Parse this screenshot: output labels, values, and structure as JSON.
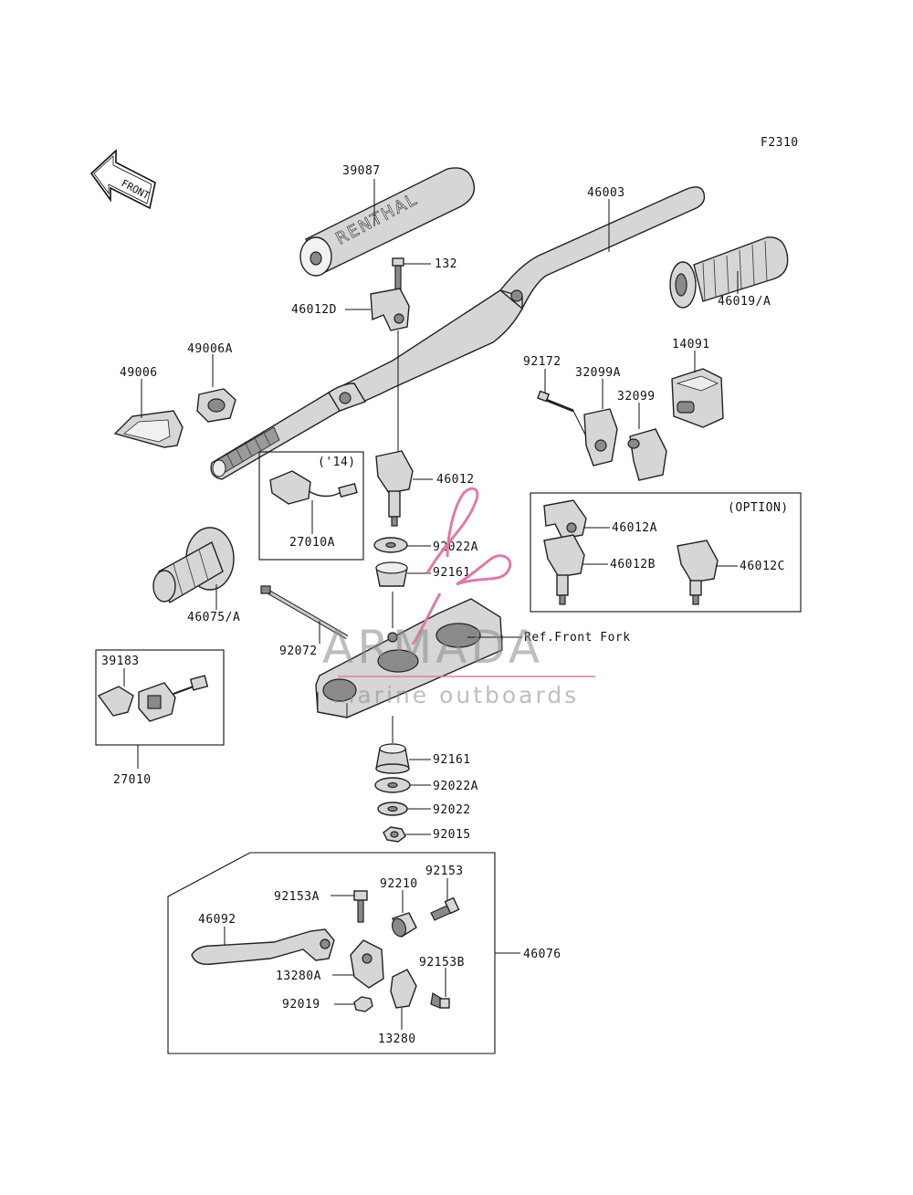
{
  "figure_code": "F2310",
  "front_marker": "FRONT",
  "box_14_title": "('14)",
  "option_title": "(OPTION)",
  "ref_text": "Ref.Front Fork",
  "pad_text": "RENTHAL",
  "watermark": {
    "main": "ARMADA",
    "sub": "marine outboards",
    "accent_color": "#e07aa8"
  },
  "labels": {
    "p39087": "39087",
    "p46003": "46003",
    "p132": "132",
    "p46012D": "46012D",
    "p46019A": "46019/A",
    "p49006A": "49006A",
    "p49006": "49006",
    "p92172": "92172",
    "p32099A": "32099A",
    "p14091": "14091",
    "p32099": "32099",
    "p46012": "46012",
    "p27010A": "27010A",
    "p92022A_1": "92022A",
    "p92161_1": "92161",
    "p46012A": "46012A",
    "p46012B": "46012B",
    "p46012C": "46012C",
    "p46075A": "46075/A",
    "p92072": "92072",
    "p39183": "39183",
    "p27010": "27010",
    "p92161_2": "92161",
    "p92022A_2": "92022A",
    "p92022": "92022",
    "p92015": "92015",
    "p92153A": "92153A",
    "p92210": "92210",
    "p92153": "92153",
    "p46092": "46092",
    "p46076": "46076",
    "p92153B": "92153B",
    "p13280A": "13280A",
    "p92019": "92019",
    "p13280": "13280"
  }
}
